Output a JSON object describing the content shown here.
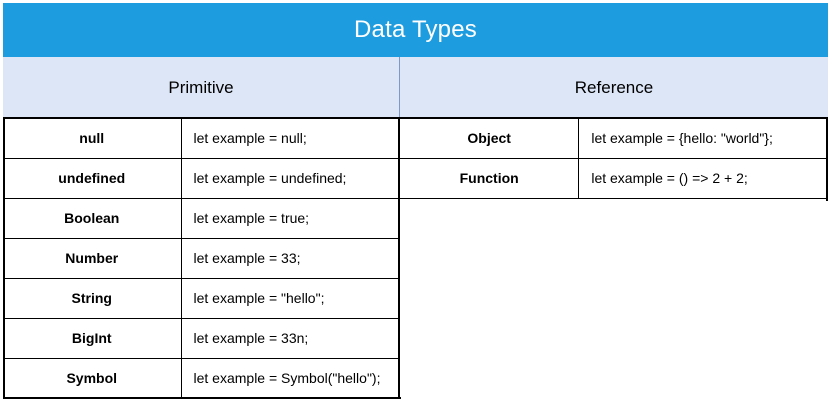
{
  "title": "Data Types",
  "colors": {
    "title_bar": "#1E9CE0",
    "title_text": "#FFFFFF",
    "header_row": "#DCE6F7",
    "header_divider": "#7C9AC6",
    "grid_line": "#000000",
    "page_background": "#FFFFFF"
  },
  "categories": {
    "primitive": "Primitive",
    "reference": "Reference"
  },
  "primitive_rows": [
    {
      "type": "null",
      "example": "let example = null;"
    },
    {
      "type": "undefined",
      "example": "let example = undefined;"
    },
    {
      "type": "Boolean",
      "example": "let example = true;"
    },
    {
      "type": "Number",
      "example": "let example = 33;"
    },
    {
      "type": "String",
      "example": "let example = \"hello\";"
    },
    {
      "type": "BigInt",
      "example": "let example = 33n;"
    },
    {
      "type": "Symbol",
      "example": "let example = Symbol(\"hello\");"
    }
  ],
  "reference_rows": [
    {
      "type": "Object",
      "example": "let example = {hello: \"world\"};"
    },
    {
      "type": "Function",
      "example": "let example = () => 2 + 2;"
    }
  ]
}
